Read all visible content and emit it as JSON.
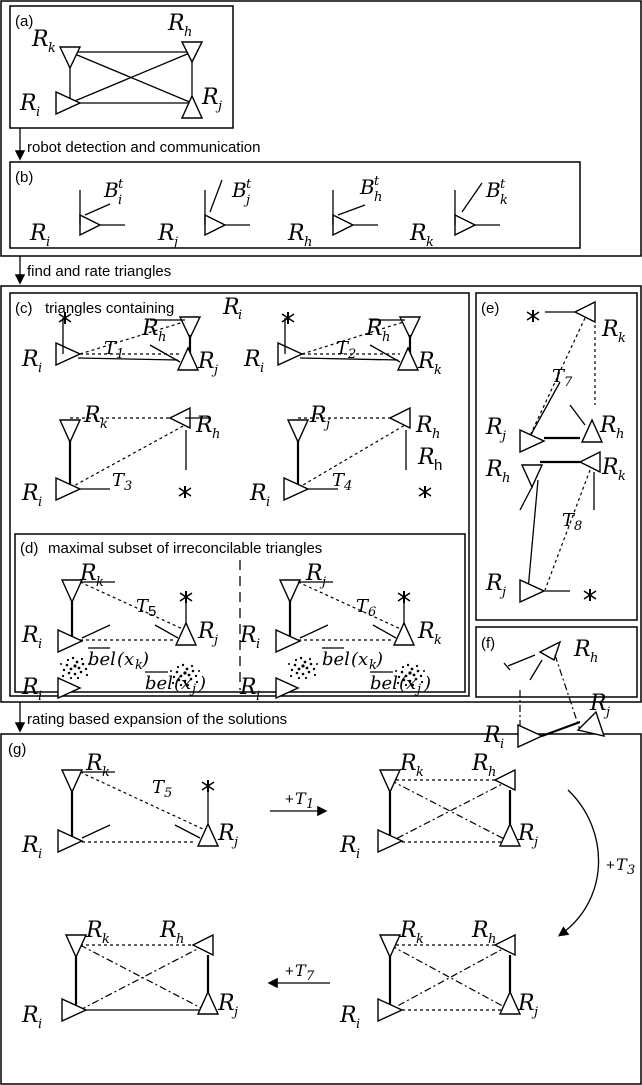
{
  "panel_labels": {
    "a": "(a)",
    "b": "(b)",
    "c": "(c)",
    "d": "(d)",
    "e": "(e)",
    "f": "(f)",
    "g": "(g)"
  },
  "steps": {
    "detect": "robot detection and communication",
    "find": "find and rate triangles",
    "expand": "rating based expansion of the solutions"
  },
  "panel_c_title": "triangles containing",
  "panel_d_title": "maximal subset of irreconcilable triangles",
  "robots": {
    "i": "i",
    "j": "j",
    "h": "h",
    "k": "k",
    "R": "R"
  },
  "beliefs": {
    "B": "B",
    "t": "t"
  },
  "triangles": {
    "T": "T",
    "t1": "1",
    "t2": "2",
    "t3": "3",
    "t4": "4",
    "t5": "5",
    "t6": "6",
    "t7": "7",
    "t8": "8"
  },
  "bel": {
    "text": "bel",
    "xk": "(x",
    "xj": "(x",
    "close": ")",
    "k": "k",
    "j": "j"
  },
  "ops": {
    "plus": "+"
  },
  "subscript_h_roman": "h"
}
